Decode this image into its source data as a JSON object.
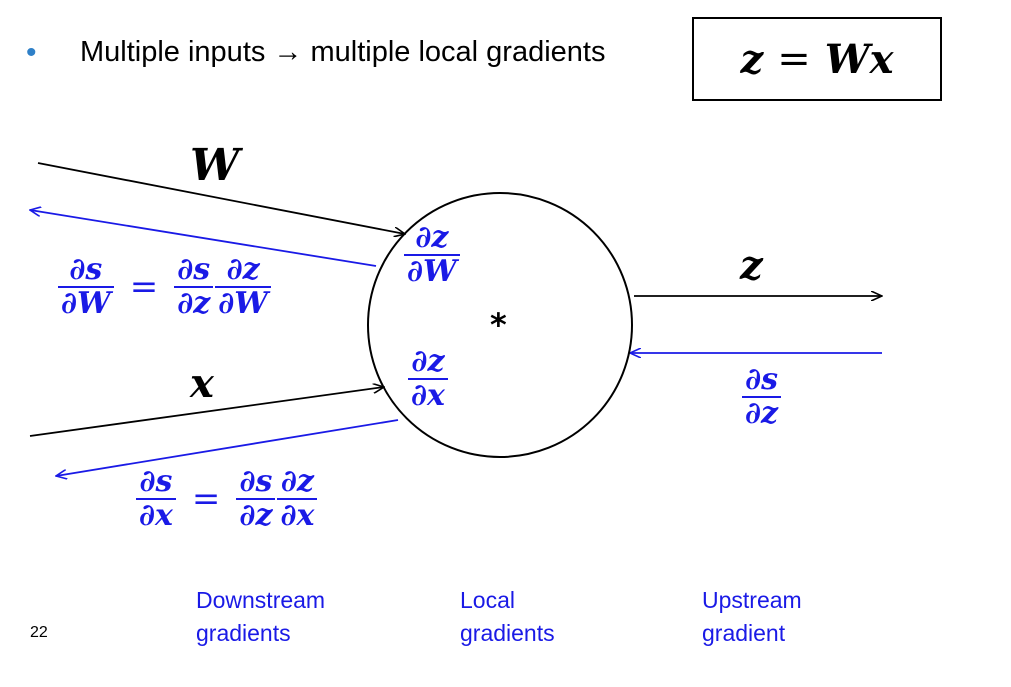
{
  "bullet": {
    "text": "Multiple inputs → multiple local gradients"
  },
  "equation_box": {
    "lhs": "z",
    "op": "=",
    "rhs_w": "W",
    "rhs_x": "x"
  },
  "node": {
    "symbol": "*"
  },
  "inputs": {
    "w_label": "W",
    "x_label": "x"
  },
  "output": {
    "z_label": "z"
  },
  "local_gradients": {
    "dz_dW": {
      "num": "∂z",
      "den": "∂W"
    },
    "dz_dx": {
      "num": "∂z",
      "den": "∂x"
    }
  },
  "upstream_gradient": {
    "num": "∂s",
    "den": "∂z"
  },
  "downstream_gradients": {
    "dW": {
      "lhs": {
        "num": "∂s",
        "den": "∂W"
      },
      "eq": "=",
      "f1": {
        "num": "∂s",
        "den": "∂z"
      },
      "f2": {
        "num": "∂z",
        "den": "∂W"
      }
    },
    "dx": {
      "lhs": {
        "num": "∂s",
        "den": "∂x"
      },
      "eq": "=",
      "f1": {
        "num": "∂s",
        "den": "∂z"
      },
      "f2": {
        "num": "∂z",
        "den": "∂x"
      }
    }
  },
  "captions": {
    "downstream": [
      "Downstream",
      "gradients"
    ],
    "local": [
      "Local",
      "gradients"
    ],
    "upstream": [
      "Upstream",
      "gradient"
    ]
  },
  "page_number": "22",
  "colors": {
    "gradient_blue": "#1A1AE6",
    "bullet": "#2F80C8",
    "line": "#000000"
  }
}
